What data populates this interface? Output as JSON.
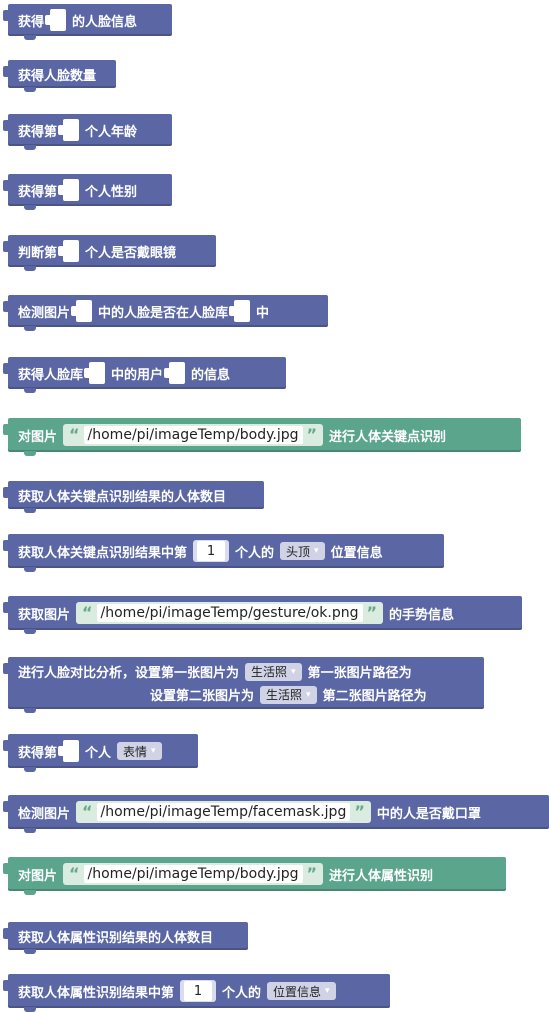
{
  "blocks": {
    "b1": {
      "p1": "获得",
      "p2": "的人脸信息"
    },
    "b2": {
      "p1": "获得人脸数量"
    },
    "b3": {
      "p1": "获得第",
      "p2": "个人年龄"
    },
    "b4": {
      "p1": "获得第",
      "p2": "个人性别"
    },
    "b5": {
      "p1": "判断第",
      "p2": "个人是否戴眼镜"
    },
    "b6": {
      "p1": "检测图片",
      "p2": "中的人脸是否在人脸库",
      "p3": "中"
    },
    "b7": {
      "p1": "获得人脸库",
      "p2": "中的用户",
      "p3": "的信息"
    },
    "b8": {
      "p1": "对图片",
      "str": "/home/pi/imageTemp/body.jpg",
      "p2": "进行人体关键点识别"
    },
    "b9": {
      "p1": "获取人体关键点识别结果的人体数目"
    },
    "b10": {
      "p1": "获取人体关键点识别结果中第",
      "num": "1",
      "p2": "个人的",
      "dd": "头顶",
      "p3": "位置信息"
    },
    "b11": {
      "p1": "获取图片",
      "str": "/home/pi/imageTemp/gesture/ok.png",
      "p2": "的手势信息"
    },
    "b12": {
      "r1p1": "进行人脸对比分析，设置第一张图片为",
      "r1dd": "生活照",
      "r1p2": "第一张图片路径为",
      "r2p1": "设置第二张图片为",
      "r2dd": "生活照",
      "r2p2": "第二张图片路径为"
    },
    "b13": {
      "p1": "获得第",
      "p2": "个人",
      "dd": "表情"
    },
    "b14": {
      "p1": "检测图片",
      "str": "/home/pi/imageTemp/facemask.jpg",
      "p2": "中的人是否戴口罩"
    },
    "b15": {
      "p1": "对图片",
      "str": "/home/pi/imageTemp/body.jpg",
      "p2": "进行人体属性识别"
    },
    "b16": {
      "p1": "获取人体属性识别结果的人体数目"
    },
    "b17": {
      "p1": "获取人体属性识别结果中第",
      "num": "1",
      "p2": "个人的",
      "dd": "位置信息"
    }
  },
  "quote_open": "“",
  "quote_close": "”",
  "dropdown_arrow": "▾",
  "colors": {
    "blue": "#5b67a5",
    "teal": "#5ba58c"
  }
}
